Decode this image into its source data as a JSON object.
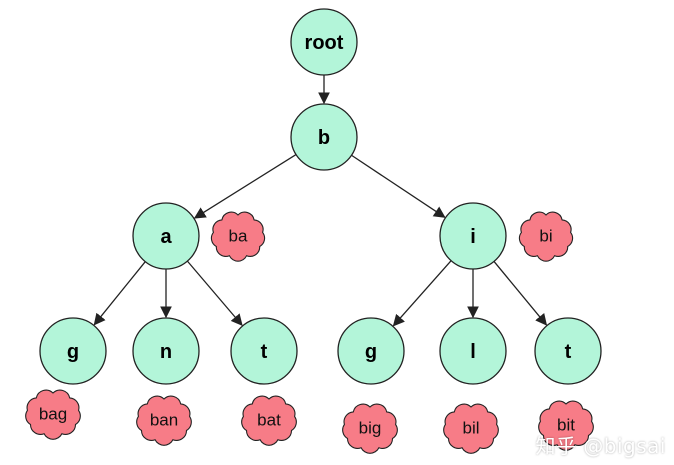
{
  "diagram": {
    "nodes": [
      {
        "id": "root",
        "label": "root"
      },
      {
        "id": "b",
        "label": "b"
      },
      {
        "id": "a",
        "label": "a"
      },
      {
        "id": "i",
        "label": "i"
      },
      {
        "id": "ag",
        "label": "g"
      },
      {
        "id": "an",
        "label": "n"
      },
      {
        "id": "at",
        "label": "t"
      },
      {
        "id": "ig",
        "label": "g"
      },
      {
        "id": "il",
        "label": "l"
      },
      {
        "id": "it",
        "label": "t"
      }
    ],
    "edges": [
      {
        "from": "root",
        "to": "b"
      },
      {
        "from": "b",
        "to": "a"
      },
      {
        "from": "b",
        "to": "i"
      },
      {
        "from": "a",
        "to": "ag"
      },
      {
        "from": "a",
        "to": "an"
      },
      {
        "from": "a",
        "to": "at"
      },
      {
        "from": "i",
        "to": "ig"
      },
      {
        "from": "i",
        "to": "il"
      },
      {
        "from": "i",
        "to": "it"
      }
    ],
    "words": [
      {
        "node": "a",
        "text": "ba"
      },
      {
        "node": "i",
        "text": "bi"
      },
      {
        "node": "ag",
        "text": "bag"
      },
      {
        "node": "an",
        "text": "ban"
      },
      {
        "node": "at",
        "text": "bat"
      },
      {
        "node": "ig",
        "text": "big"
      },
      {
        "node": "il",
        "text": "bil"
      },
      {
        "node": "it",
        "text": "bit"
      }
    ],
    "colors": {
      "node_fill": "#b3f5d9",
      "cloud_fill": "#f77c87",
      "stroke": "#222222"
    }
  },
  "watermark": "知乎 @bigsai"
}
